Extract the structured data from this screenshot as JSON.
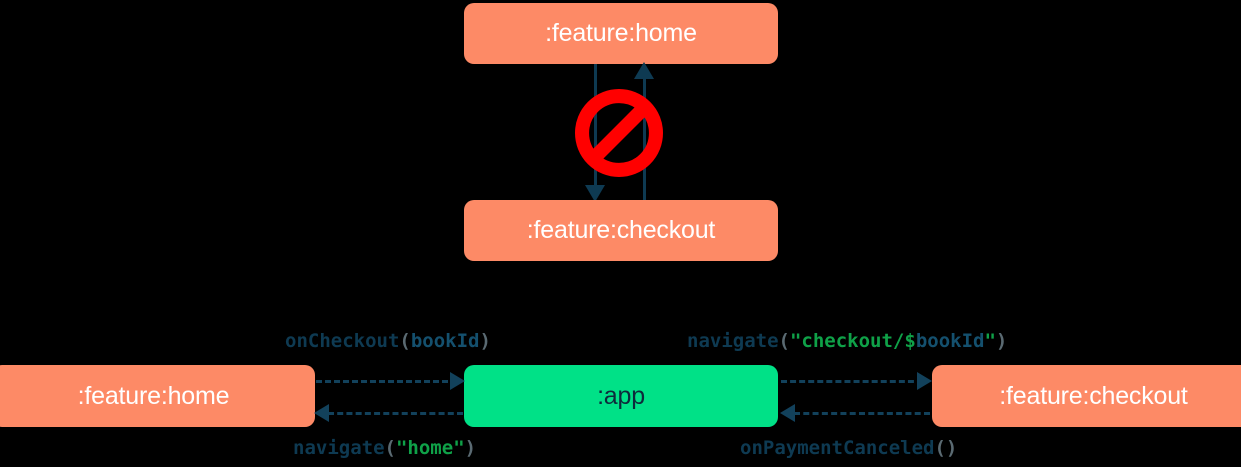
{
  "diagram": {
    "title": "module navigation dependency diagram",
    "colors": {
      "module_orange": "#FD8A66",
      "app_green": "#00E187",
      "arrow_navy": "#0E3A52",
      "prohibited_red": "#FF0000",
      "string_green": "#0FA148",
      "background": "#000000"
    },
    "top_section": {
      "description": "direct bidirectional dependency between feature modules, marked as not allowed",
      "nodes": [
        {
          "id": "home-top",
          "label": ":feature:home",
          "type": "feature-module",
          "color": "#FD8A66"
        },
        {
          "id": "checkout-top",
          "label": ":feature:checkout",
          "type": "feature-module",
          "color": "#FD8A66"
        }
      ],
      "edges": [
        {
          "from": "home-top",
          "to": "checkout-top",
          "direction": "down",
          "style": "solid"
        },
        {
          "from": "checkout-top",
          "to": "home-top",
          "direction": "up",
          "style": "solid"
        }
      ],
      "overlay_icon": {
        "name": "prohibited-icon",
        "glyph": "no-entry",
        "color": "#FF0000"
      }
    },
    "bottom_section": {
      "description": "indirect navigation routed through the app module",
      "nodes": [
        {
          "id": "home-bottom",
          "label": ":feature:home",
          "type": "feature-module",
          "color": "#FD8A66"
        },
        {
          "id": "app",
          "label": ":app",
          "type": "app-module",
          "color": "#00E187"
        },
        {
          "id": "checkout-bottom",
          "label": ":feature:checkout",
          "type": "feature-module",
          "color": "#FD8A66"
        }
      ],
      "edges": [
        {
          "id": "home-to-app",
          "from": "home-bottom",
          "to": "app",
          "direction": "right",
          "style": "dashed",
          "label": {
            "fn": "onCheckout",
            "open": "(",
            "arg": "bookId",
            "close": ")"
          }
        },
        {
          "id": "app-to-checkout",
          "from": "app",
          "to": "checkout-bottom",
          "direction": "right",
          "style": "dashed",
          "label": {
            "fn": "navigate",
            "open": "(",
            "quote_open": "\"checkout/",
            "dollar": "$",
            "arg": "bookId",
            "quote_close": "\"",
            "close": ")"
          }
        },
        {
          "id": "app-to-home",
          "from": "app",
          "to": "home-bottom",
          "direction": "left",
          "style": "dashed",
          "label": {
            "fn": "navigate",
            "open": "(",
            "quote_open": "\"",
            "str": "home",
            "quote_close": "\"",
            "close": ")"
          }
        },
        {
          "id": "checkout-to-app",
          "from": "checkout-bottom",
          "to": "app",
          "direction": "left",
          "style": "dashed",
          "label": {
            "fn": "onPaymentCanceled",
            "open": "(",
            "close": ")"
          }
        }
      ]
    }
  }
}
